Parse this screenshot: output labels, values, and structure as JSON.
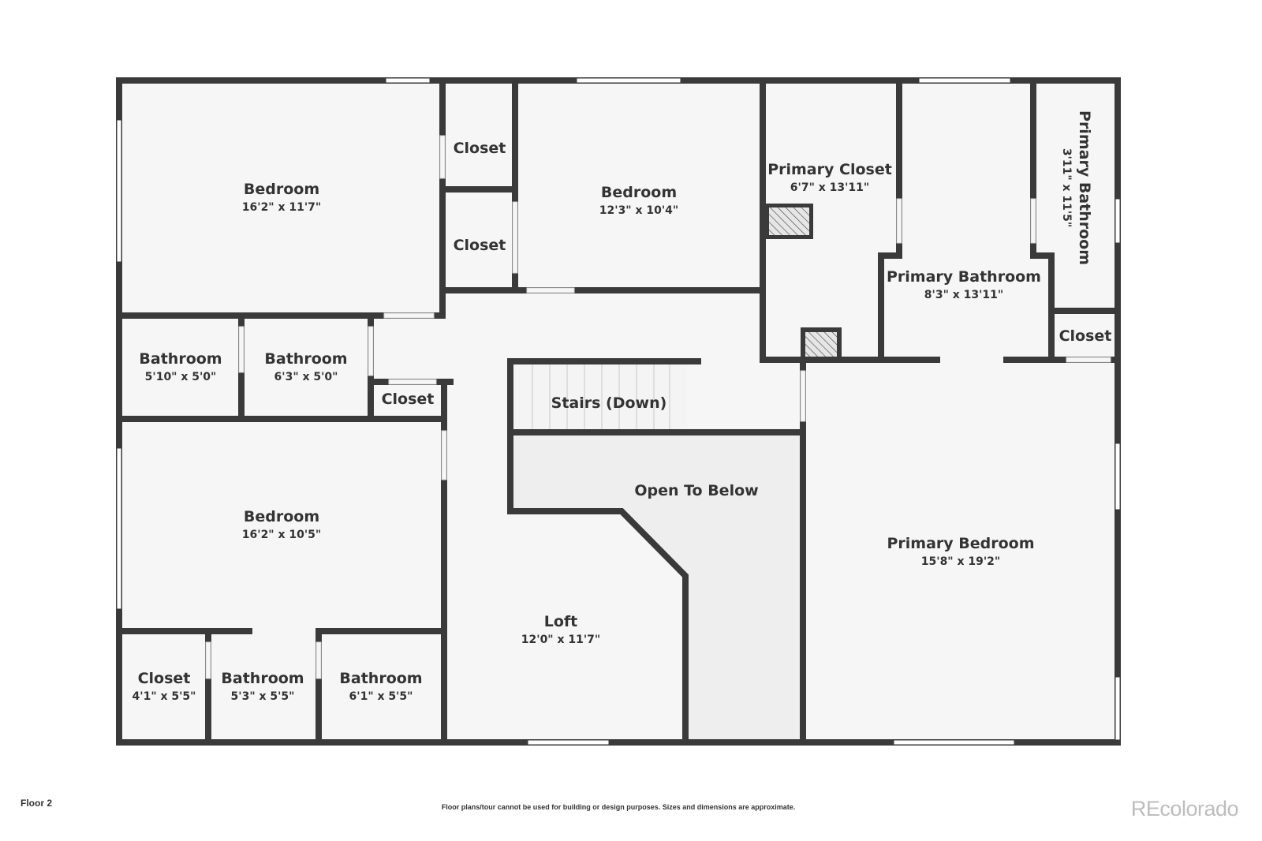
{
  "floor_label": "Floor 2",
  "disclaimer": "Floor plans/tour cannot be used for building or design purposes. Sizes and dimensions are approximate.",
  "brand": "REcolorado",
  "colors": {
    "wall": "#3a3a3a",
    "floor": "#f6f6f6",
    "open_to_below": "#eeeeee",
    "text": "#333333",
    "window": "#ffffff"
  },
  "rooms": {
    "bedroom_nw": {
      "name": "Bedroom",
      "dims": "16'2\" x 11'7\""
    },
    "closet_top": {
      "name": "Closet"
    },
    "closet_mid": {
      "name": "Closet"
    },
    "bedroom_top": {
      "name": "Bedroom",
      "dims": "12'3\" x 10'4\""
    },
    "primary_closet": {
      "name": "Primary Closet",
      "dims": "6'7\" x 13'11\""
    },
    "primary_bathroom_main": {
      "name": "Primary Bathroom",
      "dims": "8'3\" x 13'11\""
    },
    "primary_bathroom_side": {
      "name": "Primary Bathroom",
      "dims": "3'11\" x 11'5\""
    },
    "closet_ne": {
      "name": "Closet"
    },
    "bathroom_1": {
      "name": "Bathroom",
      "dims": "5'10\" x 5'0\""
    },
    "bathroom_2": {
      "name": "Bathroom",
      "dims": "6'3\" x 5'0\""
    },
    "closet_hall": {
      "name": "Closet"
    },
    "stairs": {
      "name": "Stairs (Down)"
    },
    "open_to_below": {
      "name": "Open To Below"
    },
    "bedroom_sw": {
      "name": "Bedroom",
      "dims": "16'2\" x 10'5\""
    },
    "loft": {
      "name": "Loft",
      "dims": "12'0\" x 11'7\""
    },
    "primary_bedroom": {
      "name": "Primary Bedroom",
      "dims": "15'8\" x 19'2\""
    },
    "closet_sw": {
      "name": "Closet",
      "dims": "4'1\" x 5'5\""
    },
    "bathroom_3": {
      "name": "Bathroom",
      "dims": "5'3\" x 5'5\""
    },
    "bathroom_4": {
      "name": "Bathroom",
      "dims": "6'1\" x 5'5\""
    }
  }
}
